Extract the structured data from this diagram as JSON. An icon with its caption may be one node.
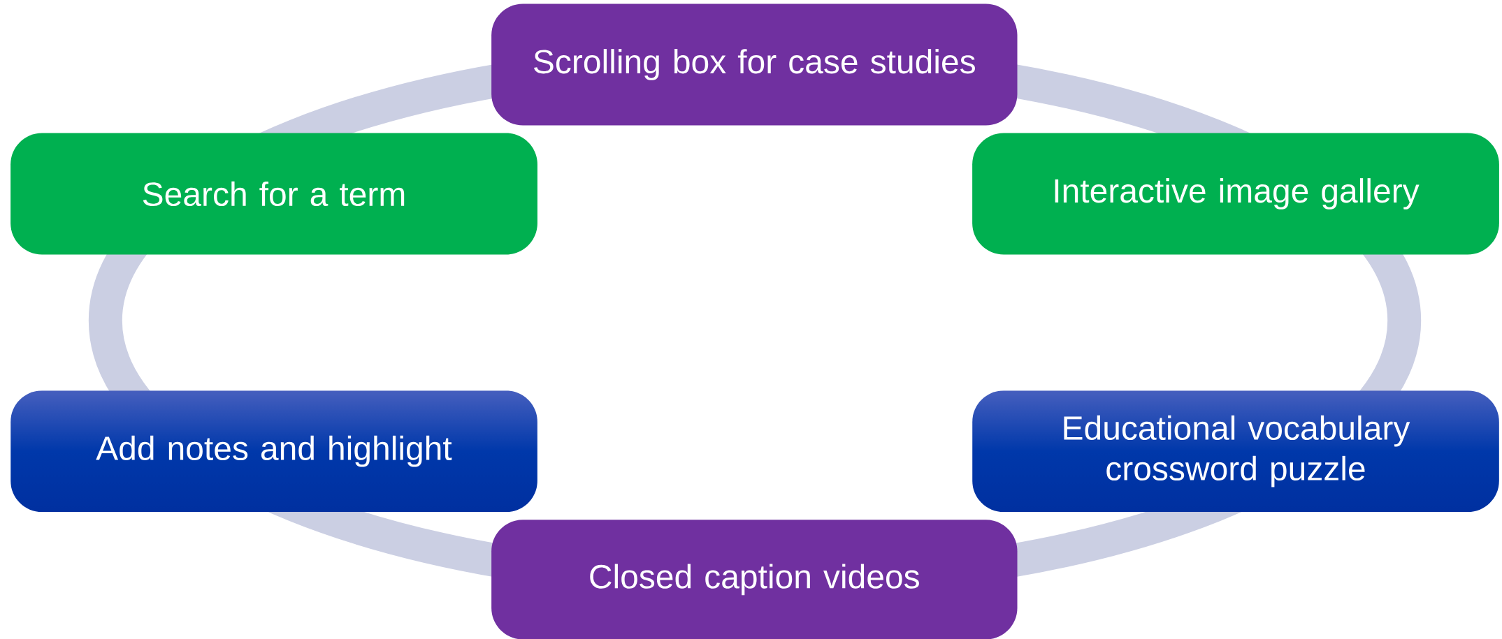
{
  "diagram": {
    "nodes": [
      {
        "text": [
          "Scrolling box for case studies"
        ]
      },
      {
        "text": [
          "Search for a term"
        ]
      },
      {
        "text": [
          "Interactive image gallery"
        ]
      },
      {
        "text": [
          "Add notes and highlight"
        ]
      },
      {
        "text": [
          "Educational vocabulary crossword puzzle"
        ]
      },
      {
        "text": [
          "Closed caption videos"
        ]
      }
    ]
  }
}
